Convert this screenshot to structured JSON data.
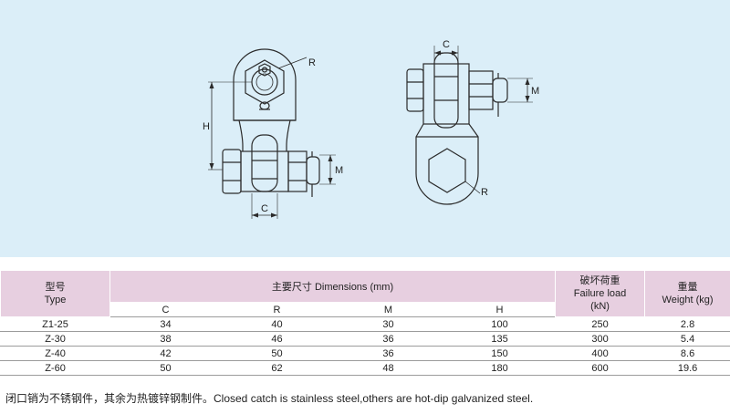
{
  "drawing": {
    "labels": {
      "left_H": "H",
      "left_R": "R",
      "left_M": "M",
      "left_C": "C",
      "right_C": "C",
      "right_M": "M",
      "right_R": "R"
    }
  },
  "table": {
    "header_type_cn": "型号",
    "header_type_en": "Type",
    "header_dims": "主要尺寸 Dimensions (mm)",
    "header_load_cn": "破坏荷重",
    "header_load_en": "Failure load",
    "header_load_unit": "(kN)",
    "header_weight_cn": "重量",
    "header_weight_en": "Weight (kg)",
    "sub_columns": [
      "C",
      "R",
      "M",
      "H"
    ],
    "rows": [
      {
        "type": "Z1-25",
        "C": "34",
        "R": "40",
        "M": "30",
        "H": "100",
        "load": "250",
        "weight": "2.8"
      },
      {
        "type": "Z-30",
        "C": "38",
        "R": "46",
        "M": "36",
        "H": "135",
        "load": "300",
        "weight": "5.4"
      },
      {
        "type": "Z-40",
        "C": "42",
        "R": "50",
        "M": "36",
        "H": "150",
        "load": "400",
        "weight": "8.6"
      },
      {
        "type": "Z-60",
        "C": "50",
        "R": "62",
        "M": "48",
        "H": "180",
        "load": "600",
        "weight": "19.6"
      }
    ]
  },
  "footnote": "闭口销为不锈钢件，其余为热镀锌钢制件。Closed catch is stainless steel,others are hot-dip galvanized steel."
}
